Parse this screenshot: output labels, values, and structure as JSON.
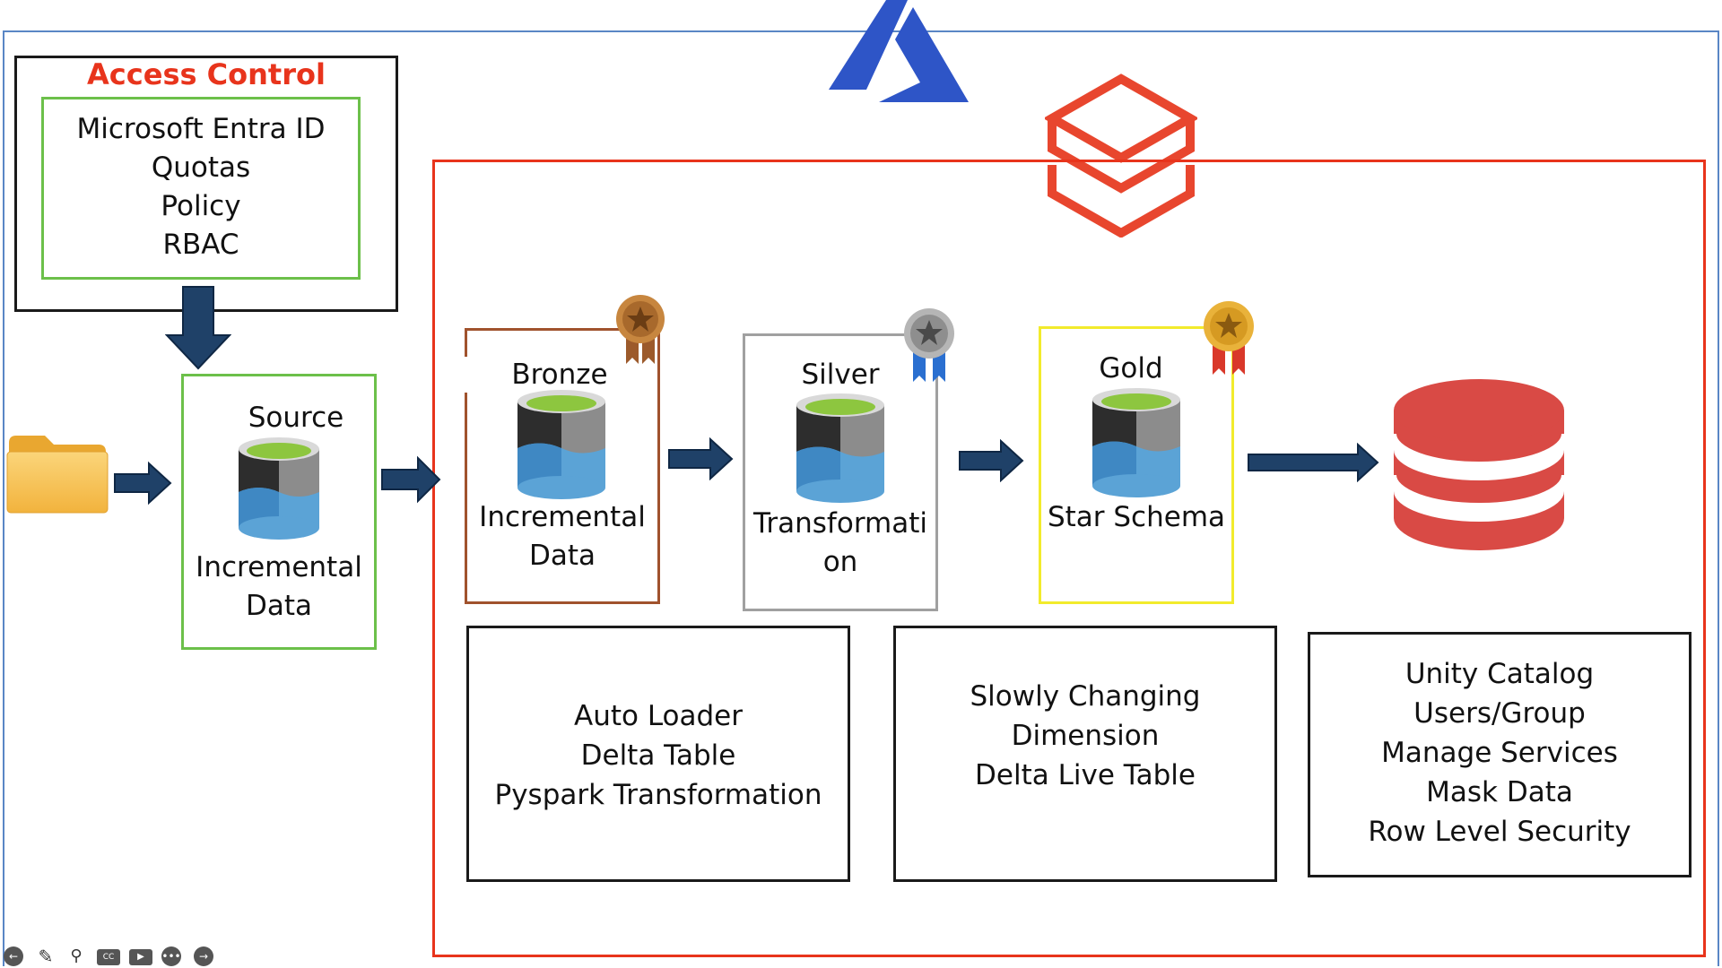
{
  "access_control": {
    "title": "Access Control",
    "items": [
      "Microsoft Entra ID",
      "Quotas",
      "Policy",
      "RBAC"
    ]
  },
  "source": {
    "title": "Source",
    "label_lines": [
      "Incremental",
      "Data"
    ]
  },
  "bronze": {
    "title": "Bronze",
    "label_lines": [
      "Incremental",
      "Data"
    ]
  },
  "silver": {
    "title": "Silver",
    "label_lines": [
      "Transformati",
      "on"
    ]
  },
  "gold": {
    "title": "Gold",
    "label_lines": [
      "Star Schema"
    ]
  },
  "info_boxes": [
    {
      "lines": [
        "Auto Loader",
        "Delta Table",
        "Pyspark Transformation"
      ]
    },
    {
      "lines": [
        "Slowly Changing",
        "Dimension",
        "Delta Live Table"
      ]
    },
    {
      "lines": [
        "Unity Catalog",
        "Users/Group",
        "Manage Services",
        "Mask Data",
        "Row Level Security"
      ]
    }
  ],
  "toolbar": {
    "icons": [
      "back-icon",
      "pen-icon",
      "zoom-icon",
      "captions-icon",
      "camera-off-icon",
      "more-icon",
      "forward-icon"
    ]
  },
  "colors": {
    "azure_blue": "#2E55C7",
    "databricks_red": "#E8462E",
    "arrow_navy": "#1F4168",
    "access_title_red": "#E8341C",
    "green_border": "#6CC04A",
    "bronze_border": "#A0522D",
    "silver_border": "#A0A0A0",
    "gold_border": "#F2EB2C",
    "database_red": "#D94A45"
  }
}
